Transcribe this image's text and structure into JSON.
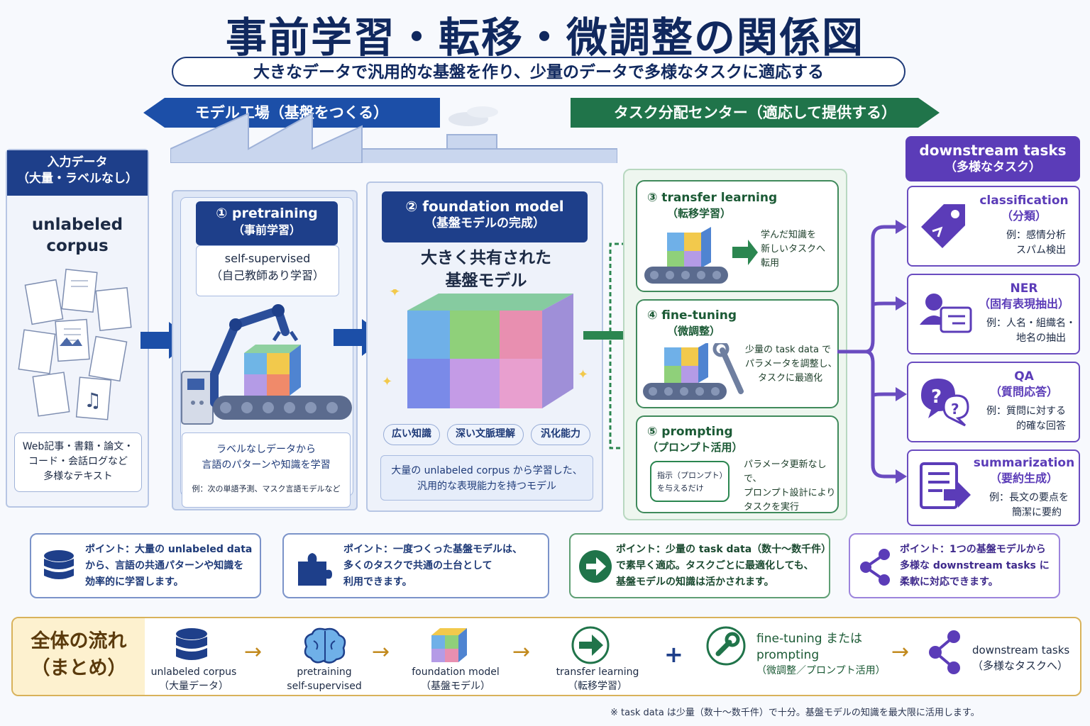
{
  "title": "事前学習・転移・微調整の関係図",
  "subtitle": "大きなデータで汎用的な基盤を作り、少量のデータで多様なタスクに適応する",
  "banners": {
    "factory": "モデル工場（基盤をつくる）",
    "distribution": "タスク分配センター（適応して提供する）"
  },
  "input": {
    "header_line1": "入力データ",
    "header_line2": "（大量・ラベルなし）",
    "corpus_line1": "unlabeled",
    "corpus_line2": "corpus",
    "desc_line1": "Web記事・書籍・論文・",
    "desc_line2": "コード・会話ログなど",
    "desc_line3": "多様なテキスト"
  },
  "pretraining": {
    "title": "① pretraining",
    "subtitle": "（事前学習）",
    "method": "self-supervised",
    "method_jp": "（自己教師あり学習）",
    "desc_line1": "ラベルなしデータから",
    "desc_line2": "言語のパターンや知識を学習",
    "example": "例：次の単語予測、マスク言語モデルなど"
  },
  "foundation": {
    "title": "② foundation model",
    "subtitle": "（基盤モデルの完成）",
    "heading_line1": "大きく共有された",
    "heading_line2": "基盤モデル",
    "chips": [
      "広い知識",
      "深い文脈理解",
      "汎化能力"
    ],
    "desc_line1": "大量の unlabeled corpus から学習した、",
    "desc_line2": "汎用的な表現能力を持つモデル"
  },
  "adapt": [
    {
      "title": "③ transfer learning",
      "subtitle": "（転移学習）",
      "desc": [
        "学んだ知識を",
        "新しいタスクへ",
        "転用"
      ]
    },
    {
      "title": "④ fine-tuning",
      "subtitle": "（微調整）",
      "desc": [
        "少量の task data で",
        "パラメータを調整し、",
        "タスクに最適化"
      ]
    },
    {
      "title": "⑤ prompting",
      "subtitle": "（プロンプト活用）",
      "bubble": [
        "指示（プロンプト）",
        "を与えるだけ"
      ],
      "desc": [
        "パラメータ更新なしで、",
        "プロンプト設計により",
        "タスクを実行"
      ]
    }
  ],
  "downstream": {
    "header_line1": "downstream tasks",
    "header_line2": "（多様なタスク）",
    "tasks": [
      {
        "name": "classification",
        "jp": "（分類）",
        "ex1": "例：感情分析",
        "ex2": "スパム検出",
        "icon": "tag-icon"
      },
      {
        "name": "NER",
        "jp": "（固有表現抽出）",
        "ex1": "例：人名・組織名・",
        "ex2": "地名の抽出",
        "icon": "id-card-icon"
      },
      {
        "name": "QA",
        "jp": "（質問応答）",
        "ex1": "例：質問に対する",
        "ex2": "的確な回答",
        "icon": "question-bubble-icon"
      },
      {
        "name": "summarization",
        "jp": "（要約生成）",
        "ex1": "例：長文の要点を",
        "ex2": "簡潔に要約",
        "icon": "document-arrow-icon"
      }
    ]
  },
  "points": [
    {
      "lines": [
        "ポイント：大量の unlabeled data",
        "から、言語の共通パターンや知識を",
        "効率的に学習します。"
      ],
      "icon": "database-icon"
    },
    {
      "lines": [
        "ポイント：一度つくった基盤モデルは、",
        "多くのタスクで共通の土台として",
        "利用できます。"
      ],
      "icon": "puzzle-icon"
    },
    {
      "lines": [
        "ポイント：少量の task data（数十〜数千件）",
        "で素早く適応。タスクごとに最適化しても、",
        "基盤モデルの知識は活かされます。"
      ],
      "icon": "arrow-circle-icon"
    },
    {
      "lines": [
        "ポイント：1つの基盤モデルから",
        "多様な downstream tasks に",
        "柔軟に対応できます。"
      ],
      "icon": "share-icon"
    }
  ],
  "summary": {
    "label_line1": "全体の流れ",
    "label_line2": "（まとめ）",
    "steps": [
      {
        "l1": "unlabeled corpus",
        "l2": "（大量データ）"
      },
      {
        "l1": "pretraining",
        "l2": "self-supervised"
      },
      {
        "l1": "foundation model",
        "l2": "（基盤モデル）"
      },
      {
        "l1": "transfer learning",
        "l2": "（転移学習）"
      },
      {
        "l1": "fine-tuning または",
        "l2": "prompting",
        "l3": "（微調整／プロンプト活用）"
      },
      {
        "l1": "downstream tasks",
        "l2": "（多様なタスクへ）"
      }
    ],
    "plus": "+"
  },
  "footnote": "※ task data は少量（数十〜数千件）で十分。基盤モデルの知識を最大限に活用します。",
  "colors": {
    "navy": "#1e3f8a",
    "green": "#20744a",
    "purple": "#5b3cb8",
    "gold": "#c28a1e"
  }
}
